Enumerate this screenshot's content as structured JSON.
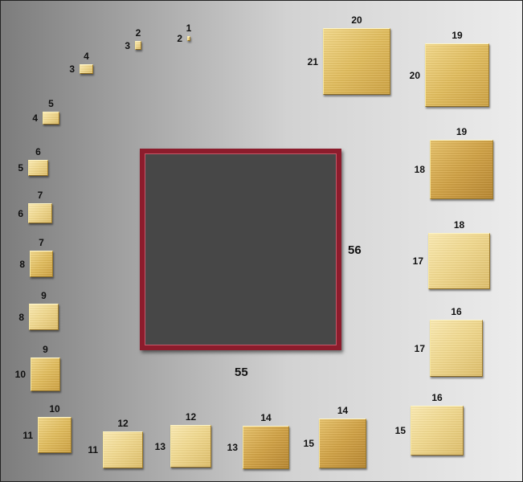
{
  "diagram": {
    "center_square": {
      "width_label": "55",
      "height_label": "56"
    },
    "squares": [
      {
        "id": "s1",
        "top_label": "1",
        "side_label": "2",
        "tone": "light"
      },
      {
        "id": "s2",
        "top_label": "2",
        "side_label": "3",
        "tone": "light"
      },
      {
        "id": "s3",
        "top_label": "4",
        "side_label": "3",
        "tone": "light"
      },
      {
        "id": "s4",
        "top_label": "5",
        "side_label": "4",
        "tone": "light"
      },
      {
        "id": "s5",
        "top_label": "6",
        "side_label": "5",
        "tone": "light"
      },
      {
        "id": "s6",
        "top_label": "7",
        "side_label": "6",
        "tone": "light"
      },
      {
        "id": "s7",
        "top_label": "7",
        "side_label": "8",
        "tone": "mid"
      },
      {
        "id": "s8",
        "top_label": "9",
        "side_label": "8",
        "tone": "light"
      },
      {
        "id": "s9",
        "top_label": "9",
        "side_label": "10",
        "tone": "mid"
      },
      {
        "id": "s10",
        "top_label": "10",
        "side_label": "11",
        "tone": "mid"
      },
      {
        "id": "s11",
        "top_label": "12",
        "side_label": "11",
        "tone": "light"
      },
      {
        "id": "s12",
        "top_label": "12",
        "side_label": "13",
        "tone": "light"
      },
      {
        "id": "s13",
        "top_label": "14",
        "side_label": "13",
        "tone": "dark"
      },
      {
        "id": "s14",
        "top_label": "14",
        "side_label": "15",
        "tone": "dark"
      },
      {
        "id": "s15",
        "top_label": "16",
        "side_label": "15",
        "tone": "light"
      },
      {
        "id": "s16",
        "top_label": "16",
        "side_label": "17",
        "tone": "light"
      },
      {
        "id": "s17",
        "top_label": "18",
        "side_label": "17",
        "tone": "light"
      },
      {
        "id": "s18",
        "top_label": "19",
        "side_label": "18",
        "tone": "dark"
      },
      {
        "id": "s19",
        "top_label": "19",
        "side_label": "20",
        "tone": "mid"
      },
      {
        "id": "s20",
        "top_label": "20",
        "side_label": "21",
        "tone": "mid"
      }
    ]
  }
}
